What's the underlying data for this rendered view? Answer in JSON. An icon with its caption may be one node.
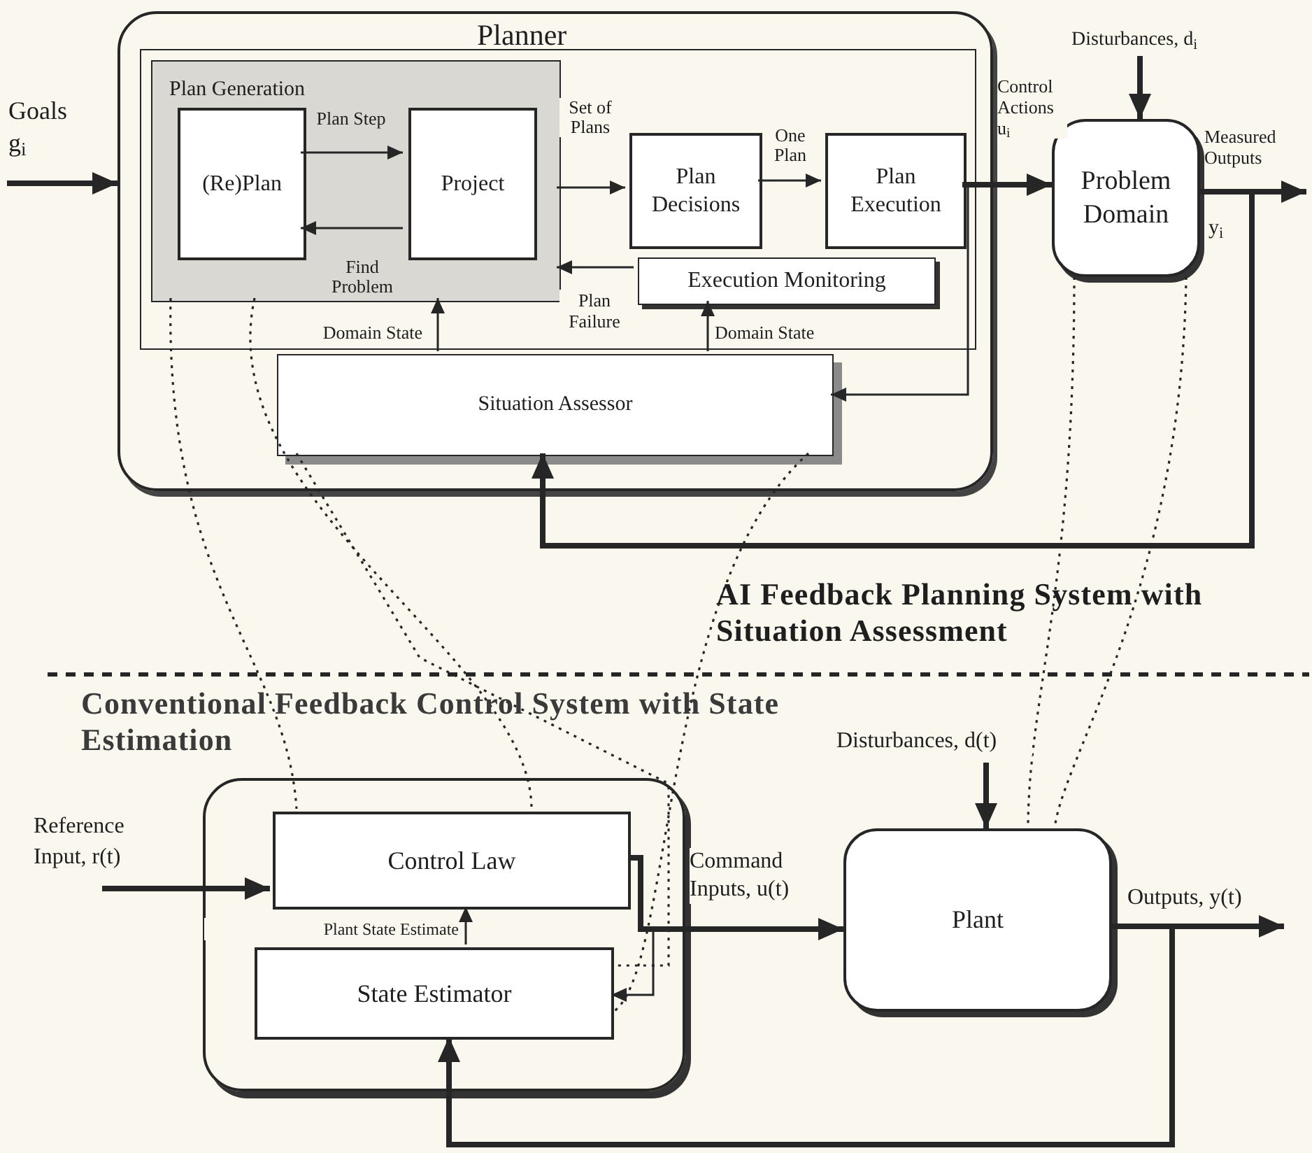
{
  "diagram": {
    "nodes": [
      {
        "text": [
          "Planner"
        ]
      },
      {
        "text": [],
        "shape": "box",
        "in": 0
      },
      {
        "text": [
          "Plan Generation"
        ],
        "in": 1
      },
      {
        "text": [
          "(Re)Plan"
        ],
        "in": 2
      },
      {
        "text": [
          "Project"
        ],
        "in": 2
      },
      {
        "text": [
          "Plan Decisions"
        ],
        "in": 1
      },
      {
        "text": [
          "Plan Execution"
        ],
        "in": 1
      },
      {
        "text": [
          "Execution Monitoring"
        ],
        "in": 1
      },
      {
        "text": [
          "Situation Assessor"
        ],
        "in": 0
      },
      {
        "text": [
          "Problem Domain"
        ],
        "beside": [
          "y$_{i}$"
        ]
      },
      {
        "text": [],
        "shape": "box"
      },
      {
        "text": [
          "Control Law"
        ],
        "in": 10
      },
      {
        "text": [
          "State Estimator"
        ],
        "in": 10
      },
      {
        "text": [
          "Plant"
        ]
      }
    ],
    "edges": [
      {
        "from": null,
        "to": 0,
        "arrow": "to",
        "label": "Goals g$_{i}$",
        "style": "thick"
      },
      {
        "from": 3,
        "to": 4,
        "arrow": "to",
        "label": "Plan Step"
      },
      {
        "from": 4,
        "to": 3,
        "arrow": "to",
        "label": "Find Problem"
      },
      {
        "from": 2,
        "to": 5,
        "arrow": "to",
        "label": "Set of Plans"
      },
      {
        "from": 5,
        "to": 6,
        "arrow": "to",
        "label": "One Plan"
      },
      {
        "from": 7,
        "to": 2,
        "arrow": "to",
        "label": "Plan Failure"
      },
      {
        "from": 8,
        "to": 2,
        "arrow": "to",
        "label": "Domain State"
      },
      {
        "from": 8,
        "to": 7,
        "arrow": "to",
        "label": "Domain State"
      },
      {
        "from": 6,
        "to": 9,
        "arrow": "to",
        "label": "Control Actions u$_{i}$",
        "style": "thick"
      },
      {
        "from": 6,
        "to": 8,
        "arrow": "to"
      },
      {
        "from": null,
        "to": 9,
        "arrow": "to",
        "label": "Disturbances, d$_{i}$",
        "style": "thick"
      },
      {
        "from": 9,
        "to": null,
        "arrow": "to",
        "label": "Measured Outputs",
        "style": "thick"
      },
      {
        "from": 9,
        "to": 8,
        "arrow": "to",
        "style": "thick"
      },
      {
        "from": null,
        "to": 11,
        "arrow": "to",
        "label": "Reference Input, r(t)",
        "style": "thick"
      },
      {
        "from": 11,
        "to": 13,
        "arrow": "to",
        "label": "Command Inputs, u(t)",
        "style": "thick"
      },
      {
        "from": 11,
        "to": 12,
        "arrow": "to"
      },
      {
        "from": 12,
        "to": 11,
        "arrow": "to",
        "label": "Plant State Estimate"
      },
      {
        "from": null,
        "to": 13,
        "arrow": "to",
        "label": "Disturbances, d(t)",
        "style": "thick"
      },
      {
        "from": 13,
        "to": null,
        "arrow": "to",
        "label": "Outputs, y(t)",
        "style": "thick"
      },
      {
        "from": 13,
        "to": 12,
        "arrow": "to",
        "style": "thick"
      },
      {
        "from": 2,
        "to": 11,
        "arrow": "none",
        "style": "dashed"
      },
      {
        "from": 2,
        "to": 11,
        "arrow": "none",
        "style": "dashed"
      },
      {
        "from": 8,
        "to": 12,
        "arrow": "none",
        "style": "dashed"
      },
      {
        "from": 8,
        "to": 12,
        "arrow": "none",
        "style": "dashed"
      },
      {
        "from": 9,
        "to": 13,
        "arrow": "none",
        "style": "dashed"
      },
      {
        "from": 9,
        "to": 13,
        "arrow": "none",
        "style": "dashed"
      }
    ],
    "labels": [
      "AI Feedback Planning System with Situation Assessment",
      "Conventional Feedback Control System with State Estimation"
    ]
  }
}
